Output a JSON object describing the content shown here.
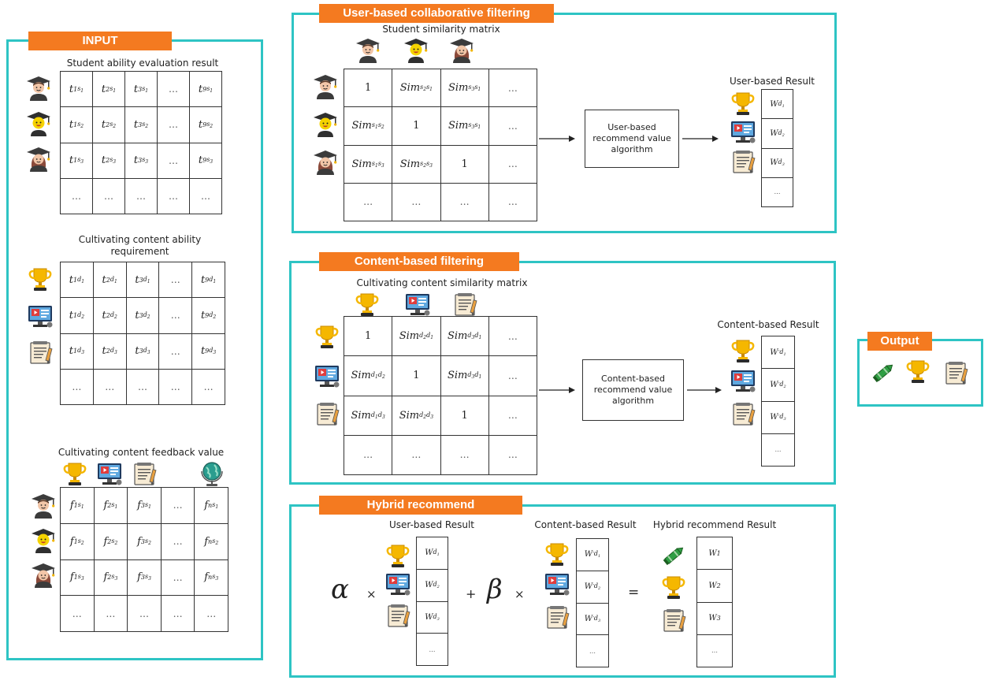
{
  "input": {
    "tag": "INPUT",
    "ability_title": "Student ability evaluation result",
    "ability_rows": [
      [
        [
          "t",
          "1",
          "s",
          "1"
        ],
        [
          "t",
          "2",
          "s",
          "1"
        ],
        [
          "t",
          "3",
          "s",
          "1"
        ],
        "...",
        [
          "t",
          "9",
          "s",
          "1"
        ]
      ],
      [
        [
          "t",
          "1",
          "s",
          "2"
        ],
        [
          "t",
          "2",
          "s",
          "2"
        ],
        [
          "t",
          "3",
          "s",
          "2"
        ],
        "...",
        [
          "t",
          "9",
          "s",
          "2"
        ]
      ],
      [
        [
          "t",
          "1",
          "s",
          "3"
        ],
        [
          "t",
          "2",
          "s",
          "3"
        ],
        [
          "t",
          "3",
          "s",
          "3"
        ],
        "...",
        [
          "t",
          "9",
          "s",
          "3"
        ]
      ],
      [
        "...",
        "...",
        "...",
        "...",
        "..."
      ]
    ],
    "requirement_title": "Cultivating content ability requirement",
    "requirement_rows": [
      [
        [
          "t",
          "1",
          "d",
          "1"
        ],
        [
          "t",
          "2",
          "d",
          "1"
        ],
        [
          "t",
          "3",
          "d",
          "1"
        ],
        "...",
        [
          "t",
          "9",
          "d",
          "1"
        ]
      ],
      [
        [
          "t",
          "1",
          "d",
          "2"
        ],
        [
          "t",
          "2",
          "d",
          "2"
        ],
        [
          "t",
          "3",
          "d",
          "2"
        ],
        "...",
        [
          "t",
          "9",
          "d",
          "2"
        ]
      ],
      [
        [
          "t",
          "1",
          "d",
          "3"
        ],
        [
          "t",
          "2",
          "d",
          "3"
        ],
        [
          "t",
          "3",
          "d",
          "3"
        ],
        "...",
        [
          "t",
          "9",
          "d",
          "3"
        ]
      ],
      [
        "...",
        "...",
        "...",
        "...",
        "..."
      ]
    ],
    "feedback_title": "Cultivating content feedback value",
    "feedback_rows": [
      [
        [
          "f",
          "1",
          "s",
          "1"
        ],
        [
          "f",
          "2",
          "s",
          "1"
        ],
        [
          "f",
          "3",
          "s",
          "1"
        ],
        "...",
        [
          "f",
          "n",
          "s",
          "1"
        ]
      ],
      [
        [
          "f",
          "1",
          "s",
          "2"
        ],
        [
          "f",
          "2",
          "s",
          "2"
        ],
        [
          "f",
          "3",
          "s",
          "2"
        ],
        "...",
        [
          "f",
          "n",
          "s",
          "2"
        ]
      ],
      [
        [
          "f",
          "1",
          "s",
          "3"
        ],
        [
          "f",
          "2",
          "s",
          "3"
        ],
        [
          "f",
          "3",
          "s",
          "3"
        ],
        "...",
        [
          "f",
          "n",
          "s",
          "3"
        ]
      ],
      [
        "...",
        "...",
        "...",
        "...",
        "..."
      ]
    ]
  },
  "user_cf": {
    "tag": "User-based collaborative filtering",
    "matrix_title": "Student similarity matrix",
    "matrix_rows": [
      [
        "1",
        [
          "Sim",
          "s",
          "2",
          "s",
          "1"
        ],
        [
          "Sim",
          "s",
          "3",
          "s",
          "1"
        ],
        "..."
      ],
      [
        [
          "Sim",
          "s",
          "1",
          "s",
          "2"
        ],
        "1",
        [
          "Sim",
          "s",
          "3",
          "s",
          "1"
        ],
        "..."
      ],
      [
        [
          "Sim",
          "s",
          "1",
          "s",
          "3"
        ],
        [
          "Sim",
          "s",
          "2",
          "s",
          "3"
        ],
        "1",
        "..."
      ],
      [
        "...",
        "...",
        "...",
        "..."
      ]
    ],
    "algorithm": "User-based recommend value algorithm",
    "result_title": "User-based Result",
    "result_cells": [
      [
        "W",
        "d",
        "1",
        ""
      ],
      [
        "W",
        "d",
        "2",
        ""
      ],
      [
        "W",
        "d",
        "3",
        ""
      ],
      "..."
    ]
  },
  "content_cf": {
    "tag": "Content-based filtering",
    "matrix_title": "Cultivating content similarity matrix",
    "matrix_rows": [
      [
        "1",
        [
          "Sim",
          "d",
          "2",
          "d",
          "1"
        ],
        [
          "Sim",
          "d",
          "3",
          "d",
          "1"
        ],
        "..."
      ],
      [
        [
          "Sim",
          "d",
          "1",
          "d",
          "2"
        ],
        "1",
        [
          "Sim",
          "d",
          "3",
          "d",
          "1"
        ],
        "..."
      ],
      [
        [
          "Sim",
          "d",
          "1",
          "d",
          "3"
        ],
        [
          "Sim",
          "d",
          "2",
          "d",
          "3"
        ],
        "1",
        "..."
      ],
      [
        "...",
        "...",
        "...",
        "..."
      ]
    ],
    "algorithm": "Content-based recommend value algorithm",
    "result_title": "Content-based Result",
    "result_cells": [
      [
        "W",
        "d",
        "1",
        "′"
      ],
      [
        "W",
        "d",
        "2",
        "′"
      ],
      [
        "W",
        "d",
        "3",
        "′"
      ],
      "..."
    ]
  },
  "hybrid": {
    "tag": "Hybrid recommend",
    "user_result_title": "User-based Result",
    "content_result_title": "Content-based Result",
    "hybrid_result_title": "Hybrid recommend Result",
    "alpha": "α",
    "beta": "β",
    "times": "×",
    "plus": "+",
    "equals": "=",
    "user_cells": [
      [
        "W",
        "d",
        "1",
        ""
      ],
      [
        "W",
        "d",
        "2",
        ""
      ],
      [
        "W",
        "d",
        "3",
        ""
      ],
      "..."
    ],
    "content_cells": [
      [
        "W",
        "d",
        "1",
        "′"
      ],
      [
        "W",
        "d",
        "2",
        "′"
      ],
      [
        "W",
        "d",
        "3",
        "′"
      ],
      "..."
    ],
    "hybrid_cells": [
      [
        "W",
        "1"
      ],
      [
        "W",
        "2"
      ],
      [
        "W",
        "3"
      ],
      "..."
    ]
  },
  "output": {
    "tag": "Output"
  },
  "colors": {
    "panel_border": "#2ec4c4",
    "tag_bg": "#f47a20"
  },
  "icons": [
    "student-male-icon",
    "student-yellow-icon",
    "student-female-icon",
    "trophy-icon",
    "video-screen-icon",
    "document-icon",
    "globe-icon",
    "crayon-icon"
  ]
}
